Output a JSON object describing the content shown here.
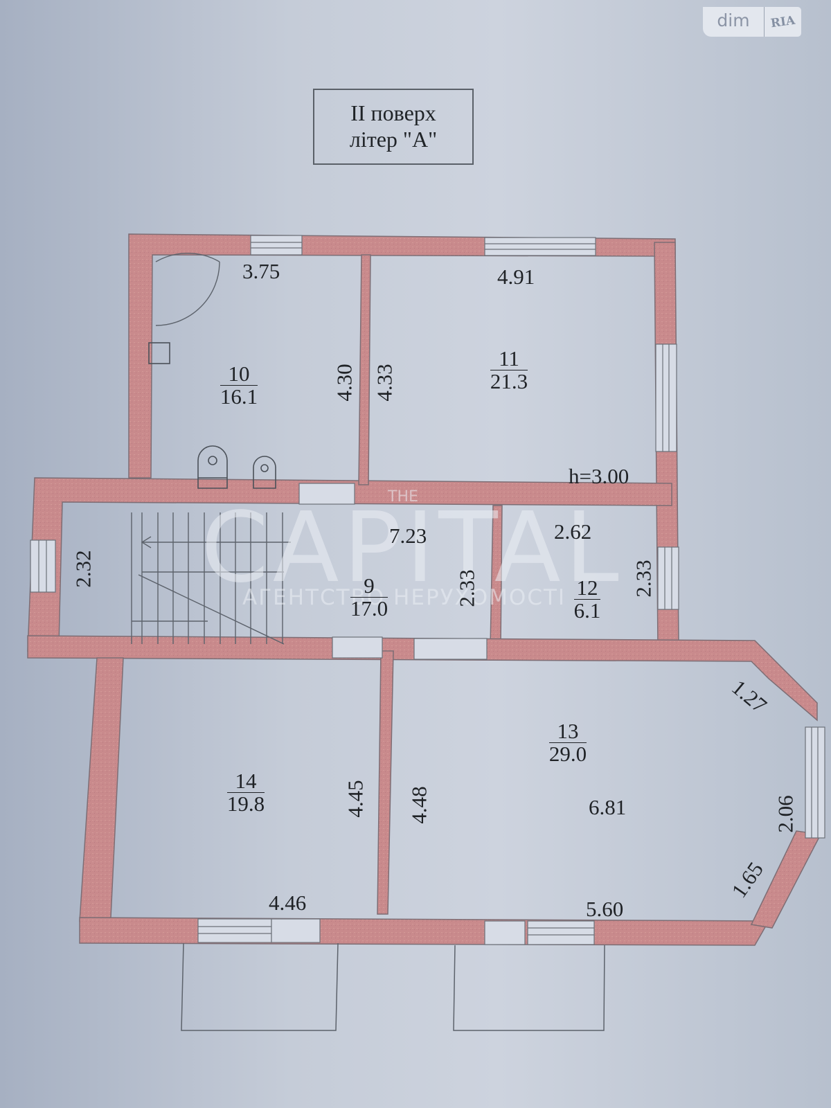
{
  "logo": {
    "left": "dim",
    "right": "RIA"
  },
  "title": {
    "line1": "II поверх",
    "line2": "літер \"А\""
  },
  "watermark": {
    "brand": "CAPITAL",
    "subtitle": "АГЕНТСТВО НЕРУХОМОСТІ",
    "small": "THE"
  },
  "colors": {
    "wall": "#c98a8c",
    "wall_edge": "#8a6a70",
    "background": "#c2c9d6",
    "text": "#1f2226"
  },
  "ceiling_height": "h=3.00",
  "rooms": [
    {
      "number": "10",
      "area": "16.1",
      "dims": [
        "3.75",
        "4.30"
      ]
    },
    {
      "number": "11",
      "area": "21.3",
      "dims": [
        "4.91",
        "4.33"
      ]
    },
    {
      "number": "9",
      "area": "17.0",
      "dims": [
        "7.23",
        "2.32",
        "2.33"
      ]
    },
    {
      "number": "12",
      "area": "6.1",
      "dims": [
        "2.62",
        "2.33"
      ]
    },
    {
      "number": "14",
      "area": "19.8",
      "dims": [
        "4.45",
        "4.46"
      ]
    },
    {
      "number": "13",
      "area": "29.0",
      "dims": [
        "4.48",
        "6.81",
        "5.60",
        "1.27",
        "2.06",
        "1.65"
      ]
    }
  ]
}
